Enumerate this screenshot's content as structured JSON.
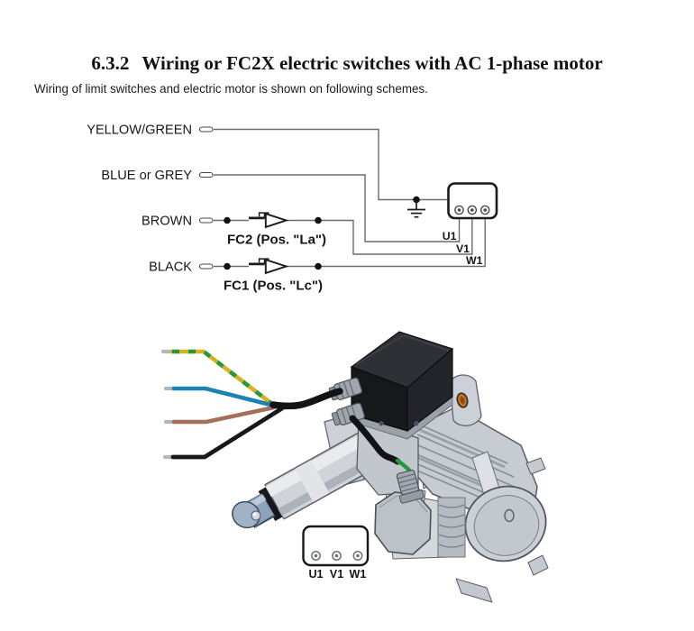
{
  "document": {
    "section_number": "6.3.2",
    "title": "Wiring or FC2X electric switches with AC 1-phase motor",
    "intro": "Wiring of limit switches and electric motor is shown on following schemes."
  },
  "schematic": {
    "wire_labels": {
      "yellow_green": "YELLOW/GREEN",
      "blue_grey": "BLUE or GREY",
      "brown": "BROWN",
      "black": "BLACK"
    },
    "switches": {
      "fc2": "FC2 (Pos. \"La\")",
      "fc1": "FC1 (Pos. \"Lc\")"
    },
    "terminals": {
      "u1": "U1",
      "v1": "V1",
      "w1": "W1"
    }
  },
  "illustration": {
    "terminal_plate": {
      "u1": "U1",
      "v1": "V1",
      "w1": "W1"
    }
  },
  "colors": {
    "wire_yellow": "#d4b31c",
    "wire_green_stripe": "#219a43",
    "wire_blue": "#1b82b3",
    "wire_brown": "#a1705a",
    "wire_black": "#17181b",
    "wire_tip_silver": "#b3b7bd",
    "cable_black": "#121317",
    "rod_steel_blue": "#8da3bb",
    "bushing_orange": "#c5701d",
    "schematic_line": "#6b6b6b",
    "symbol_black": "#1a1a1a"
  }
}
